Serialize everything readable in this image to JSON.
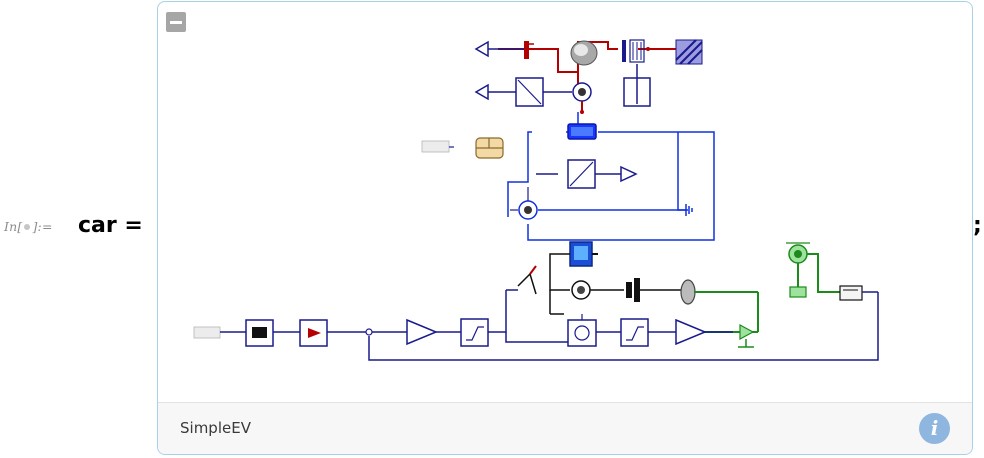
{
  "cell": {
    "input_label": "In[",
    "input_label_end": "]:=",
    "code": "car =",
    "terminator": ";"
  },
  "panel": {
    "model_name": "SimpleEV",
    "info_glyph": "i",
    "collapse_icon": "minus-icon"
  },
  "colors": {
    "signal": "#1a1a8c",
    "heat": "#b30000",
    "electrical": "#1030e0",
    "mechanical": "#111111",
    "fluid": "#1d8a1d",
    "panel_border": "#a9cfe9",
    "info_button": "#8eb6de"
  }
}
